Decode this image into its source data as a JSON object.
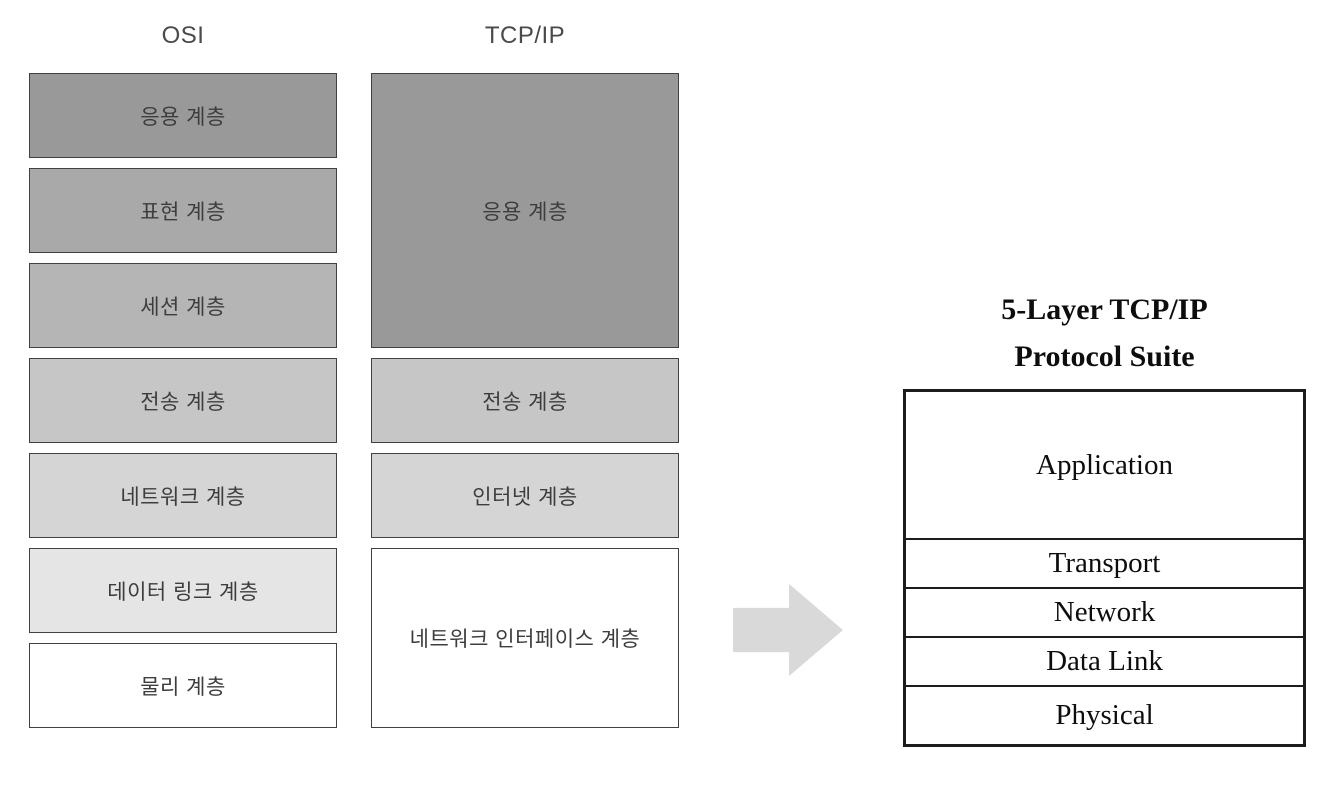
{
  "diagram": {
    "osi": {
      "title": "OSI",
      "layers": [
        {
          "label": "응용 계층",
          "color": "#999999"
        },
        {
          "label": "표현 계층",
          "color": "#a9a9a9"
        },
        {
          "label": "세션 계층",
          "color": "#b5b5b5"
        },
        {
          "label": "전송 계층",
          "color": "#c6c6c6"
        },
        {
          "label": "네트워크 계층",
          "color": "#d5d5d5"
        },
        {
          "label": "데이터 링크 계층",
          "color": "#e5e5e5"
        },
        {
          "label": "물리 계층",
          "color": "#ffffff"
        }
      ]
    },
    "tcpip": {
      "title": "TCP/IP",
      "layers": [
        {
          "label": "응용 계층",
          "color": "#999999",
          "spans_osi_layers": 3
        },
        {
          "label": "전송 계층",
          "color": "#c6c6c6",
          "spans_osi_layers": 1
        },
        {
          "label": "인터넷 계층",
          "color": "#d5d5d5",
          "spans_osi_layers": 1
        },
        {
          "label": "네트워크 인터페이스 계층",
          "color": "#ffffff",
          "spans_osi_layers": 2
        }
      ]
    },
    "arrow": {
      "direction": "right",
      "color": "#d9d9d9"
    },
    "five_layer_suite": {
      "title_line1": "5-Layer TCP/IP",
      "title_line2": "Protocol Suite",
      "layers": [
        {
          "label": "Application"
        },
        {
          "label": "Transport"
        },
        {
          "label": "Network"
        },
        {
          "label": "Data Link"
        },
        {
          "label": "Physical"
        }
      ]
    }
  }
}
